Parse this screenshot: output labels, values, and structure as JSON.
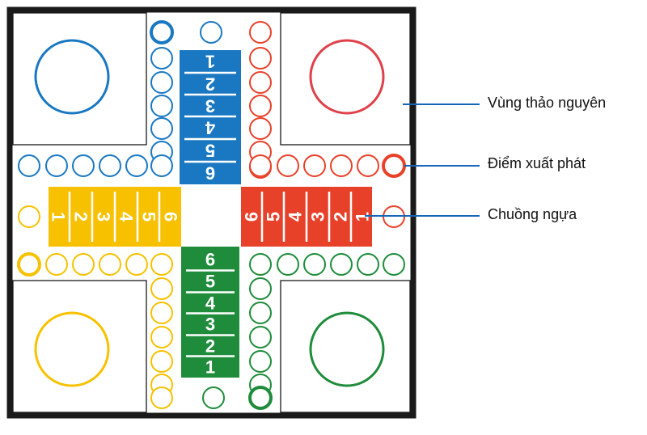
{
  "colors": {
    "frame": "#1a1a1a",
    "blue": "#1a78c2",
    "red": "#e8412a",
    "red_ring": "#e0404a",
    "yellow": "#f7c100",
    "green": "#1e8c3a",
    "leader": "#1565b8"
  },
  "labels": [
    {
      "id": "vung-thao-nguyen",
      "text": "Vùng thảo nguyên"
    },
    {
      "id": "diem-xuat-phat",
      "text": "Điểm xuất phát"
    },
    {
      "id": "chuong-ngua",
      "text": "Chuồng ngựa"
    }
  ],
  "stable_numbers": [
    "1",
    "2",
    "3",
    "4",
    "5",
    "6"
  ]
}
